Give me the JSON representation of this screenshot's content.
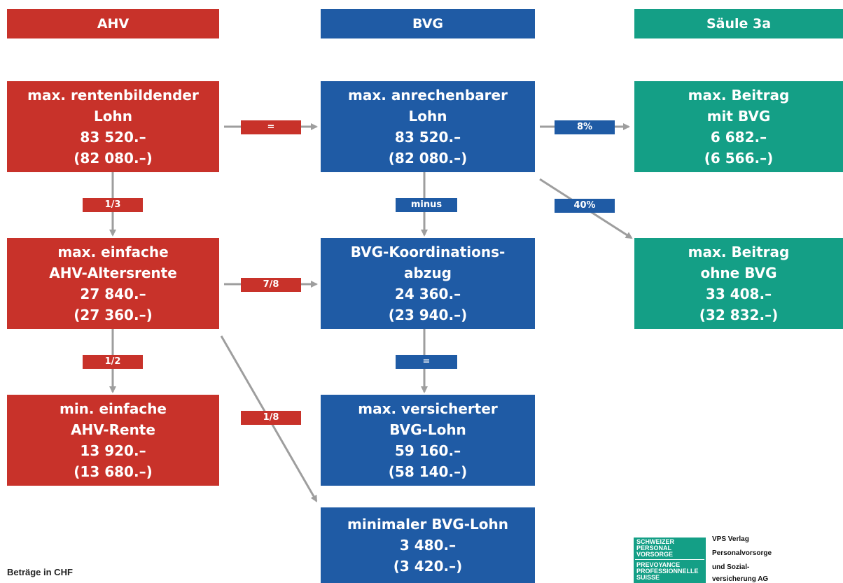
{
  "headers": {
    "ahv": "AHV",
    "bvg": "BVG",
    "saeule": "Säule 3a"
  },
  "boxes": {
    "ahv_lohn": {
      "lines": [
        "max. rentenbildender",
        "Lohn",
        "83 520.–",
        "(82 080.–)"
      ]
    },
    "ahv_rente_max": {
      "lines": [
        "max. einfache",
        "AHV-Altersrente",
        "27 840.–",
        "(27 360.–)"
      ]
    },
    "ahv_rente_min": {
      "lines": [
        "min. einfache",
        "AHV-Rente",
        "13 920.–",
        "(13 680.–)"
      ]
    },
    "bvg_lohn": {
      "lines": [
        "max. anrechenbarer",
        "Lohn",
        "83 520.–",
        "(82 080.–)"
      ]
    },
    "bvg_koord": {
      "lines": [
        "BVG-Koordinations-",
        "abzug",
        "24 360.–",
        "(23 940.–)"
      ]
    },
    "bvg_vers": {
      "lines": [
        "max. versicherter",
        "BVG-Lohn",
        "59 160.–",
        "(58 140.–)"
      ]
    },
    "bvg_min": {
      "lines": [
        "minimaler BVG-Lohn",
        "3 480.–",
        "(3 420.–)"
      ]
    },
    "s3a_mit": {
      "lines": [
        "max. Beitrag",
        "mit BVG",
        "6 682.–",
        "(6 566.–)"
      ]
    },
    "s3a_ohne": {
      "lines": [
        "max. Beitrag",
        "ohne BVG",
        "33 408.–",
        "(32 832.–)"
      ]
    }
  },
  "labels": {
    "eq1": "=",
    "pct8": "8%",
    "third": "1/3",
    "minus": "minus",
    "pct40": "40%",
    "seven8": "7/8",
    "half": "1/2",
    "eq2": "=",
    "one8": "1/8"
  },
  "footnote": "Beträge in CHF",
  "logo": {
    "lines_top": [
      "SCHWEIZER",
      "PERSONAL",
      "VORSORGE"
    ],
    "lines_bottom": [
      "PREVOYANCE",
      "PROFESSIONNELLE",
      "SUISSE"
    ]
  },
  "publisher": [
    "VPS Verlag",
    "Personalvorsorge",
    "und Sozial-",
    "versicherung AG"
  ],
  "colors": {
    "ahv": "#c8322a",
    "bvg": "#1f5ba5",
    "saeule": "#149f86",
    "arrow": "#9e9e9e"
  }
}
